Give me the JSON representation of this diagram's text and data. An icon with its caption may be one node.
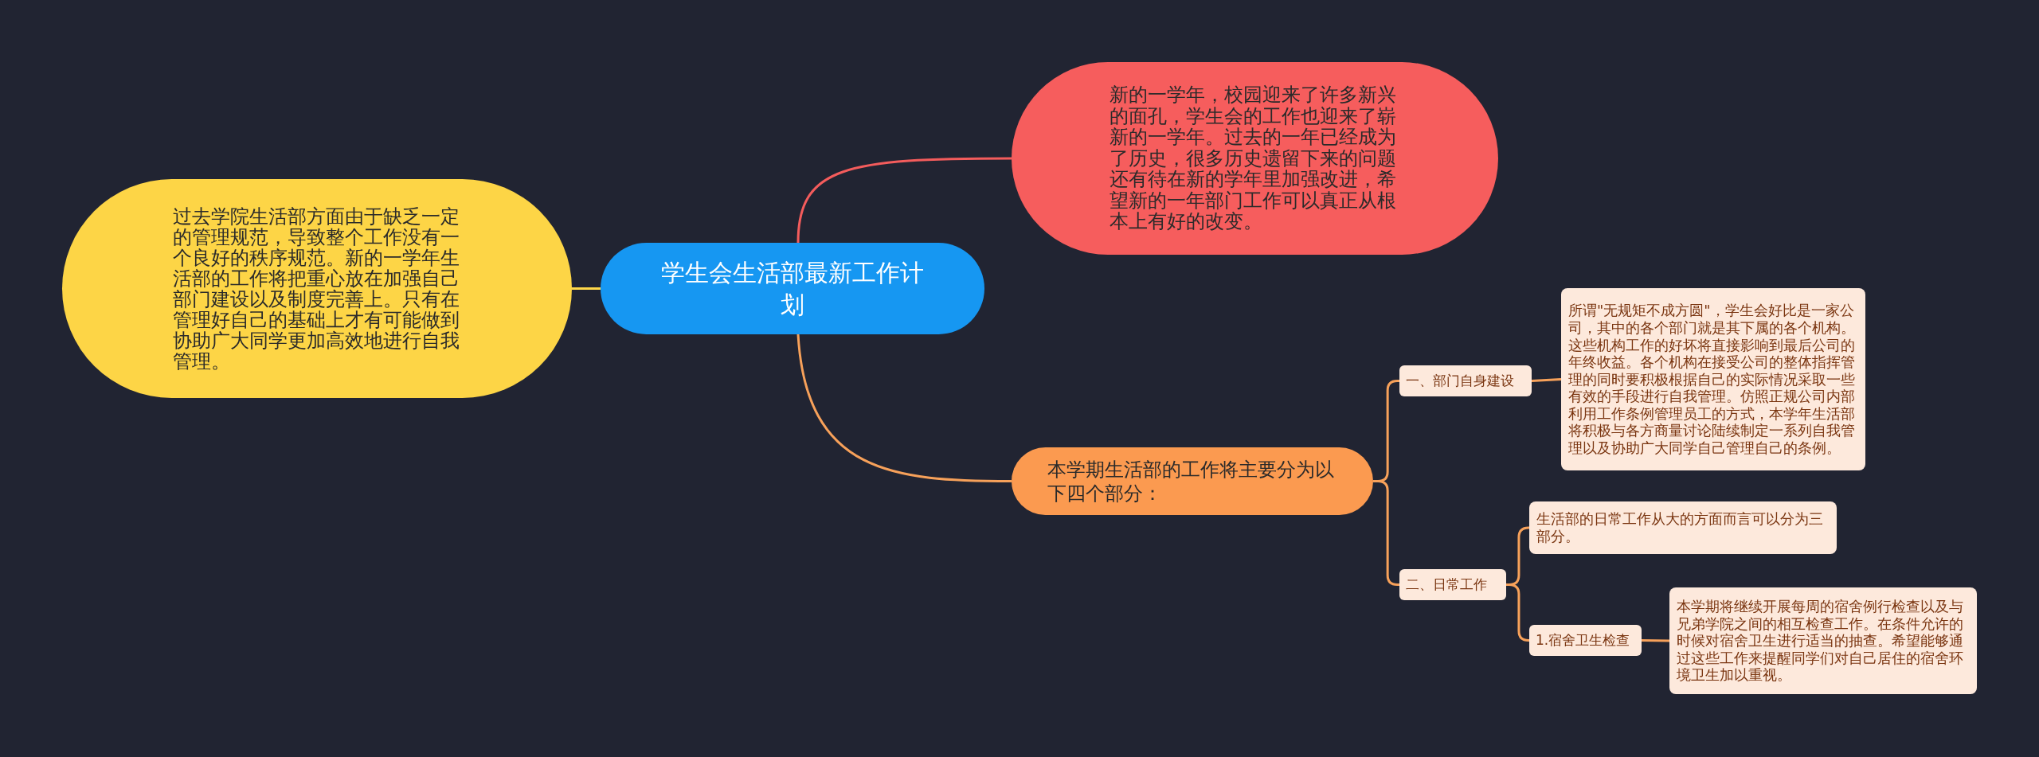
{
  "diagram": {
    "nodes": [
      {
        "text": [
          "学生会生活部最新工作计划"
        ]
      },
      {
        "text": [
          "过去学院生活部方面由于缺乏一定的管理规范，导致整个工作没有一个良好的秩序规范。新的一学年生活部的工作将把重心放在加强自己部门建设以及制度完善上。只有在管理好自己的基础上才有可能做到协助广大同学更加高效地进行自我管理。"
        ]
      },
      {
        "text": [
          "新的一学年，校园迎来了许多新兴的面孔，学生会的工作也迎来了崭新的一学年。过去的一年已经成为了历史，很多历史遗留下来的问题还有待在新的学年里加强改进，希望新的一年部门工作可以真正从根本上有好的改变。"
        ]
      },
      {
        "text": [
          "本学期生活部的工作将主要分为以下四个部分："
        ]
      },
      {
        "text": [
          "一、部门自身建设"
        ]
      },
      {
        "text": [
          "所谓\"无规矩不成方圆\"，学生会好比是一家公司，其中的各个部门就是其下属的各个机构。这些机构工作的好坏将直接影响到最后公司的年终收益。各个机构在接受公司的整体指挥管理的同时要积极根据自己的实际情况采取一些有效的手段进行自我管理。仿照正规公司内部利用工作条例管理员工的方式，本学年生活部将积极与各方商量讨论陆续制定一系列自我管理以及协助广大同学自己管理自己的条例。"
        ]
      },
      {
        "text": [
          "二、日常工作"
        ]
      },
      {
        "text": [
          "生活部的日常工作从大的方面而言可以分为三部分。"
        ]
      },
      {
        "text": [
          "1.宿舍卫生检查"
        ]
      },
      {
        "text": [
          "本学期将继续开展每周的宿舍例行检查以及与兄弟学院之间的相互检查工作。在条件允许的时候对宿舍卫生进行适当的抽查。希望能够通过这些工作来提醒同学们对自己居住的宿舍环境卫生加以重视。"
        ]
      }
    ],
    "edges": [
      {
        "from": 0,
        "to": 1,
        "arrow": "none",
        "color": "#ffd84a"
      },
      {
        "from": 0,
        "to": 2,
        "arrow": "none",
        "color": "#f45c5c"
      },
      {
        "from": 0,
        "to": 3,
        "arrow": "none"
      },
      {
        "from": 3,
        "to": 4,
        "arrow": "none"
      },
      {
        "from": 4,
        "to": 5,
        "arrow": "none"
      },
      {
        "from": 3,
        "to": 6,
        "arrow": "none"
      },
      {
        "from": 6,
        "to": 7,
        "arrow": "none"
      },
      {
        "from": 6,
        "to": 8,
        "arrow": "none"
      },
      {
        "from": 8,
        "to": 9,
        "arrow": "none"
      }
    ]
  }
}
